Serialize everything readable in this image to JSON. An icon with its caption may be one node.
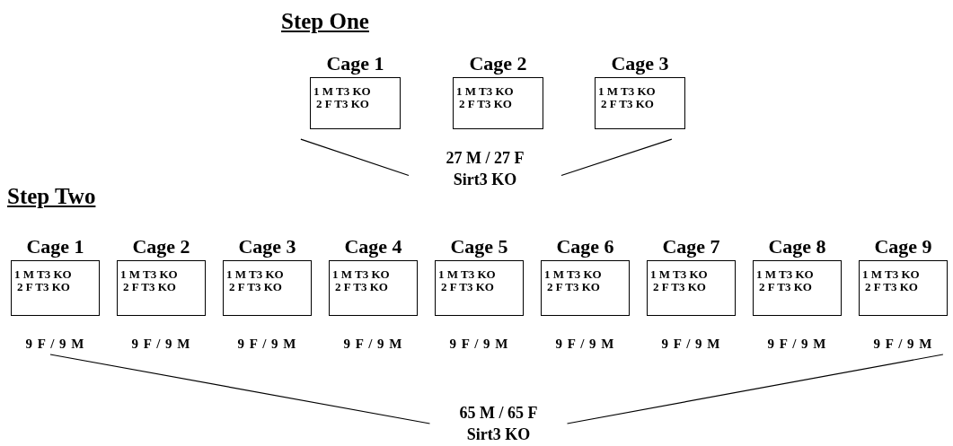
{
  "diagram": {
    "nodes": [
      {
        "text": [
          "Cage 1",
          "1 M T3 KO",
          "2 F T3 KO"
        ]
      },
      {
        "text": [
          "Cage 2",
          "1 M T3 KO",
          "2 F T3 KO"
        ]
      },
      {
        "text": [
          "Cage 3",
          "1 M T3 KO",
          "2 F T3 KO"
        ]
      },
      {
        "text": [
          "27 M / 27 F",
          "Sirt3 KO"
        ]
      },
      {
        "text": [
          "Cage 1",
          "1 M T3 KO",
          "2 F T3 KO"
        ]
      },
      {
        "text": [
          "Cage 2",
          "1 M T3 KO",
          "2 F T3 KO"
        ]
      },
      {
        "text": [
          "Cage 3",
          "1 M T3 KO",
          "2 F T3 KO"
        ]
      },
      {
        "text": [
          "Cage 4",
          "1 M T3 KO",
          "2 F T3 KO"
        ]
      },
      {
        "text": [
          "Cage 5",
          "1 M T3 KO",
          "2 F T3 KO"
        ]
      },
      {
        "text": [
          "Cage 6",
          "1 M T3 KO",
          "2 F T3 KO"
        ]
      },
      {
        "text": [
          "Cage 7",
          "1 M T3 KO",
          "2 F T3 KO"
        ]
      },
      {
        "text": [
          "Cage 8",
          "1 M T3 KO",
          "2 F T3 KO"
        ]
      },
      {
        "text": [
          "Cage 9",
          "1 M T3 KO",
          "2 F T3 KO"
        ]
      },
      {
        "text": [
          "9 F / 9 M"
        ]
      },
      {
        "text": [
          "9 F / 9 M"
        ]
      },
      {
        "text": [
          "9 F / 9 M"
        ]
      },
      {
        "text": [
          "9 F / 9 M"
        ]
      },
      {
        "text": [
          "9 F / 9 M"
        ]
      },
      {
        "text": [
          "9 F / 9 M"
        ]
      },
      {
        "text": [
          "9 F / 9 M"
        ]
      },
      {
        "text": [
          "9 F / 9 M"
        ]
      },
      {
        "text": [
          "9 F / 9 M"
        ]
      },
      {
        "text": [
          "65 M / 65 F",
          "Sirt3 KO"
        ]
      }
    ],
    "edges": [
      {
        "from": 0,
        "to": 3,
        "arrow": "none"
      },
      {
        "from": 2,
        "to": 3,
        "arrow": "none"
      },
      {
        "from": 13,
        "to": 22,
        "arrow": "none"
      },
      {
        "from": 21,
        "to": 22,
        "arrow": "none"
      }
    ],
    "labels": [
      "Step One",
      "Step Two"
    ]
  }
}
